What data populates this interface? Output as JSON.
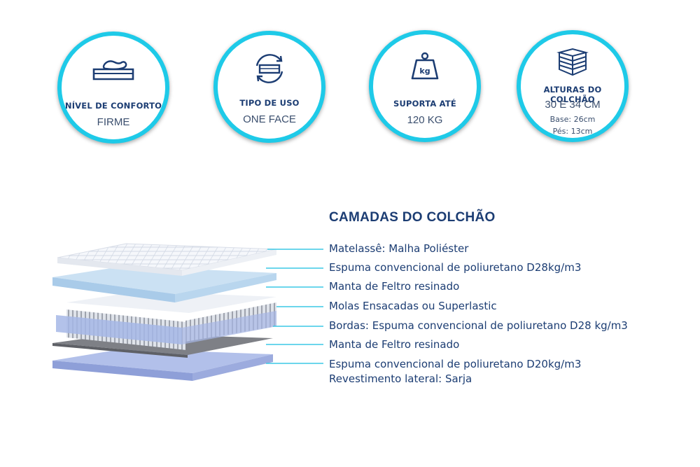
{
  "features": [
    {
      "title": "NÍVEL DE CONFORTO",
      "value": "FIRME",
      "icon": "pillow-mattress-icon"
    },
    {
      "title": "TIPO DE USO",
      "value": "ONE FACE",
      "icon": "rotate-mattress-icon"
    },
    {
      "title": "SUPORTA ATÉ",
      "value": "120 KG",
      "icon": "weight-icon",
      "icon_text": "kg"
    },
    {
      "title": "ALTURAS DO COLCHÃO",
      "value": "30 E 34 CM",
      "sub1": "Base: 26cm",
      "sub2": "Pés: 13cm",
      "icon": "stacked-layers-icon"
    }
  ],
  "section_title": "CAMADAS DO COLCHÃO",
  "layers": [
    "Matelassê: Malha Poliéster",
    "Espuma convencional de poliuretano D28kg/m3",
    "Manta de Feltro resinado",
    "Molas Ensacadas ou Superlastic",
    "Bordas: Espuma convencional de poliuretano D28 kg/m3",
    "Manta de Feltro resinado",
    "Espuma convencional de poliuretano D20kg/m3",
    "Revestimento lateral: Sarja"
  ],
  "colors": {
    "accent": "#1ecae8",
    "title": "#1c3d73",
    "leader_line": "#3cc8e6",
    "quilt": "#f3f6fb",
    "foam_blue": "#b9d7ee",
    "felt_gray": "#7d7f83",
    "base_blue": "#a9b8e6"
  }
}
